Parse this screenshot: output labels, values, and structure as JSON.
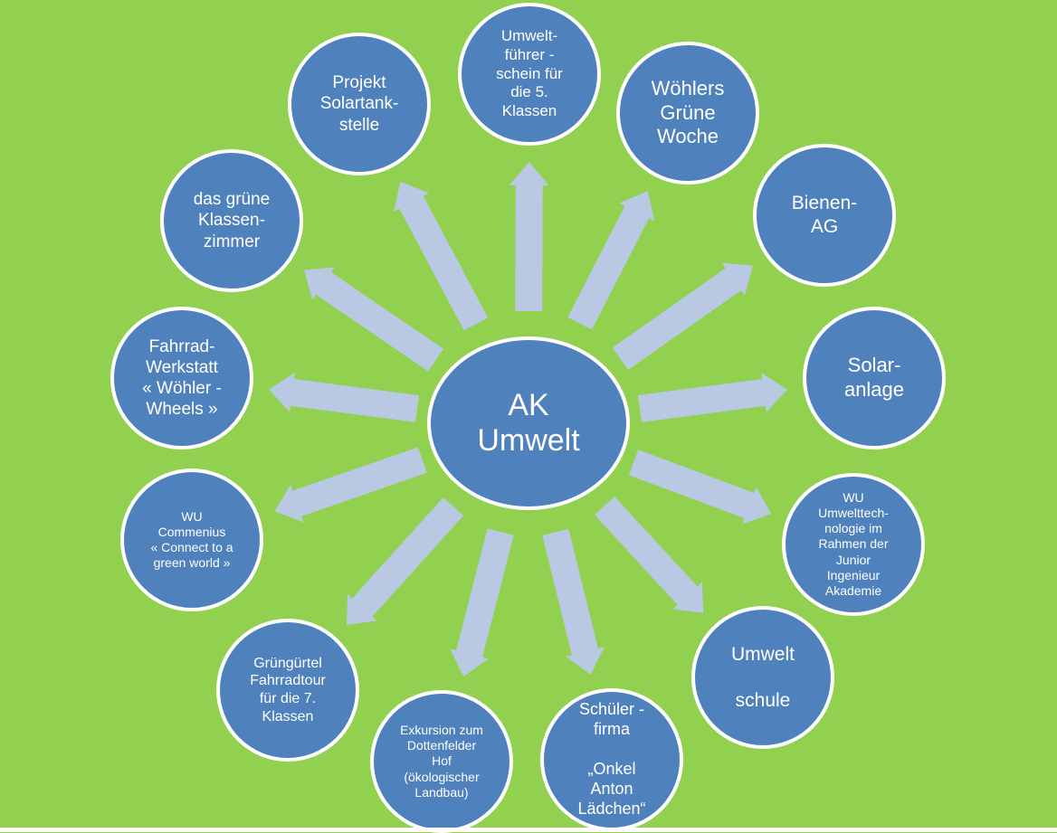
{
  "center": {
    "text": "AK\nUmwelt"
  },
  "nodes": [
    {
      "id": "umweltfuehrerschein",
      "text": "Umwelt-\nführer -\nschein für\ndie 5.\nKlassen"
    },
    {
      "id": "woehlers-gruene-woche",
      "text": "Wöhlers\nGrüne\nWoche"
    },
    {
      "id": "bienen-ag",
      "text": "Bienen-\nAG"
    },
    {
      "id": "solaranlage",
      "text": "Solar-\nanlage"
    },
    {
      "id": "wu-umwelttechnologie",
      "text": "WU\nUmwelttech-\nnologie im\nRahmen der\nJunior\nIngenieur\nAkademie"
    },
    {
      "id": "umweltschule",
      "text": "Umwelt\n\nschule"
    },
    {
      "id": "schuelerfirma",
      "text": "Schüler -\nfirma\n\n„Onkel\nAnton\nLädchen“"
    },
    {
      "id": "exkursion-dottenfelder-hof",
      "text": "Exkursion zum\nDottenfelder\nHof\n(ökologischer\nLandbau)"
    },
    {
      "id": "gruenguertel-fahrradtour",
      "text": "Grüngürtel\nFahrradtour\nfür die 7.\nKlassen"
    },
    {
      "id": "wu-commenius",
      "text": "WU\nCommenius\n« Connect to a\ngreen world »"
    },
    {
      "id": "fahrrad-werkstatt",
      "text": "Fahrrad-\nWerkstatt\n« Wöhler -\nWheels »"
    },
    {
      "id": "gruenes-klassenzimmer",
      "text": "das grüne\nKlassen-\nzimmer"
    },
    {
      "id": "projekt-solartankstelle",
      "text": "Projekt\nSolartank-\nstelle"
    }
  ],
  "colors": {
    "background": "#92d050",
    "circle_fill": "#4f81bd",
    "circle_border": "#ffffff",
    "arrow": "#b9c9e3",
    "text": "#ffffff"
  }
}
